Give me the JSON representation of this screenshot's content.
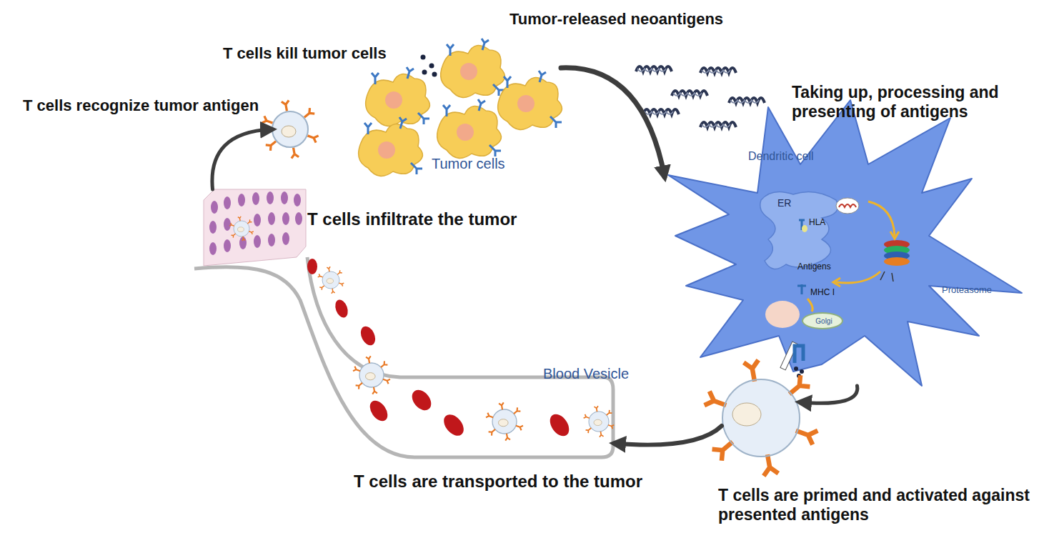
{
  "diagram": {
    "nodes": [
      {
        "text": [
          "T cells kill tumor cells",
          "Tumor cells"
        ]
      },
      {
        "text": [
          "Taking up, processing and presenting of antigens",
          "Dendritic cell",
          "ER",
          "HLA",
          "Antigens",
          "MHC I",
          "Proteasome"
        ]
      },
      {
        "text": [
          "Golgi"
        ],
        "in": 1
      },
      {
        "text": [
          "T cells are primed and activated against presented antigens"
        ]
      },
      {
        "text": [
          "T cells are transported to the tumor",
          "Blood Vesicle"
        ]
      },
      {
        "text": [
          "T cells infiltrate the tumor"
        ]
      },
      {
        "text": [
          "T cells recognize tumor antigen"
        ]
      }
    ],
    "edges": [
      {
        "from": 0,
        "to": 1,
        "arrow": "to"
      },
      {
        "from": 1,
        "to": 3,
        "arrow": "to"
      },
      {
        "from": 3,
        "to": 4,
        "arrow": "to"
      },
      {
        "from": 5,
        "to": 6,
        "arrow": "to"
      }
    ],
    "labels": [
      "Tumor-released neoantigens"
    ]
  }
}
